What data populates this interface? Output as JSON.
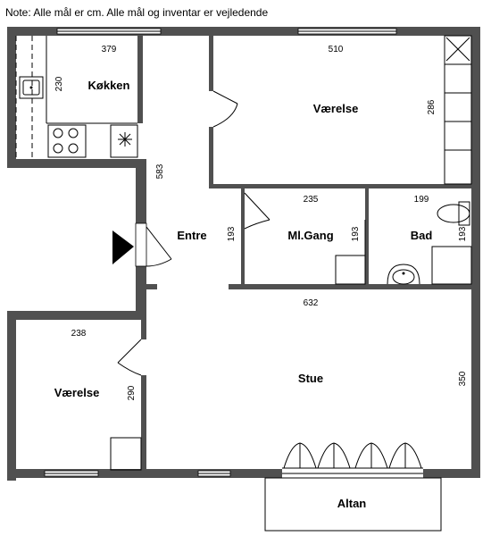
{
  "note": "Note: Alle mål er cm. Alle mål og inventar er vejledende",
  "rooms": {
    "kitchen": "Køkken",
    "bedroom1": "Værelse",
    "entry": "Entre",
    "hall": "Ml.Gang",
    "bath": "Bad",
    "bedroom2": "Værelse",
    "living": "Stue",
    "balcony": "Altan"
  },
  "dims": {
    "kitchen_w": "379",
    "kitchen_h": "230",
    "bedroom1_w": "510",
    "bedroom1_h": "286",
    "entry_h": "583",
    "hall_w": "235",
    "bath_w": "199",
    "entry_side_h": "193",
    "hall_h": "193",
    "bath_h": "193",
    "living_w": "632",
    "bedroom2_w": "238",
    "bedroom2_h": "290",
    "living_h": "350"
  }
}
